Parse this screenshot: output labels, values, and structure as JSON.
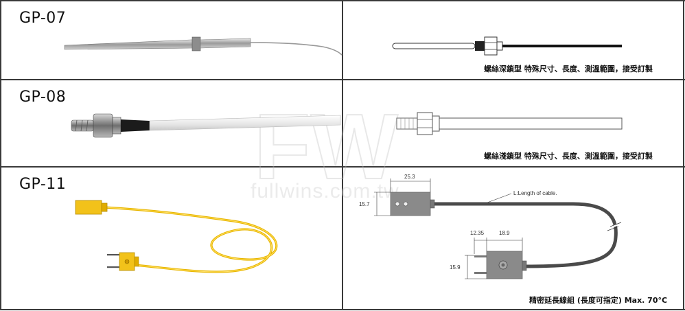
{
  "rows": [
    {
      "code": "GP-07",
      "caption": "螺絲深鎖型  特殊尺寸、長度、測溫範圍，接受訂製"
    },
    {
      "code": "GP-08",
      "caption": "螺絲淺鎖型  特殊尺寸、長度、測溫範圍，接受訂製"
    },
    {
      "code": "GP-11",
      "caption": "精密延長線組 (長度可指定)  Max. 70°C"
    }
  ],
  "gp11_drawing": {
    "cable_label": "L:Length of cable.",
    "dim_top_width": "25.3",
    "dim_top_height": "15.7",
    "dim_pin_spacing": "12.35",
    "dim_body_width": "18.9",
    "dim_bottom_height": "15.9"
  },
  "watermark": {
    "logo": "FW",
    "url": "fullwins.com.tw"
  },
  "colors": {
    "border": "#3a3a3a",
    "connector_yellow": "#f2c21a",
    "drawing_gray": "#8a8a8a",
    "cable_dark": "#4a4a4a"
  }
}
